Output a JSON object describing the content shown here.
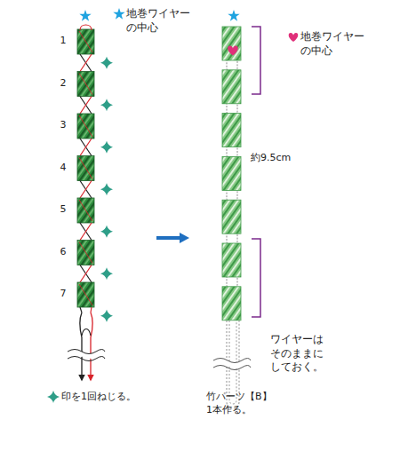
{
  "diagram": {
    "labels": [
      "地巻ワイヤー の中心",
      "1",
      "2",
      "3",
      "4",
      "5",
      "6",
      "7",
      "地巻ワイヤー の中心",
      "約9.5cm",
      "ワイヤーは そのままに しておく。",
      "印を1回ねじる。",
      "竹パーツ【B】 1本作る。"
    ]
  }
}
